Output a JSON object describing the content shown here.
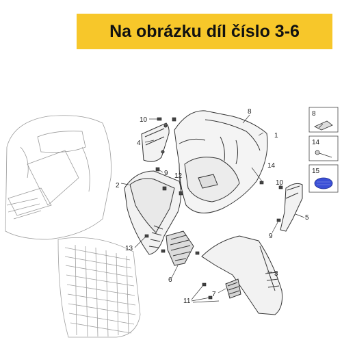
{
  "banner": {
    "text": "Na obrázku díl číslo 3-6"
  },
  "callouts": {
    "c10a": "10",
    "c8": "8",
    "c1": "1",
    "c4": "4",
    "c9a": "9",
    "c2": "2",
    "c12": "12",
    "c14": "14",
    "c10b": "10",
    "c5": "5",
    "c9b": "9",
    "c13": "13",
    "c6": "6",
    "c3": "3",
    "c7": "7",
    "c11": "11"
  },
  "legend": [
    {
      "num": "8",
      "icon": "clip-icon"
    },
    {
      "num": "14",
      "icon": "screw-icon"
    },
    {
      "num": "15",
      "icon": "oval-label-icon"
    }
  ],
  "colors": {
    "banner": "#f7c72a",
    "highlight": "#3a4fd6"
  }
}
